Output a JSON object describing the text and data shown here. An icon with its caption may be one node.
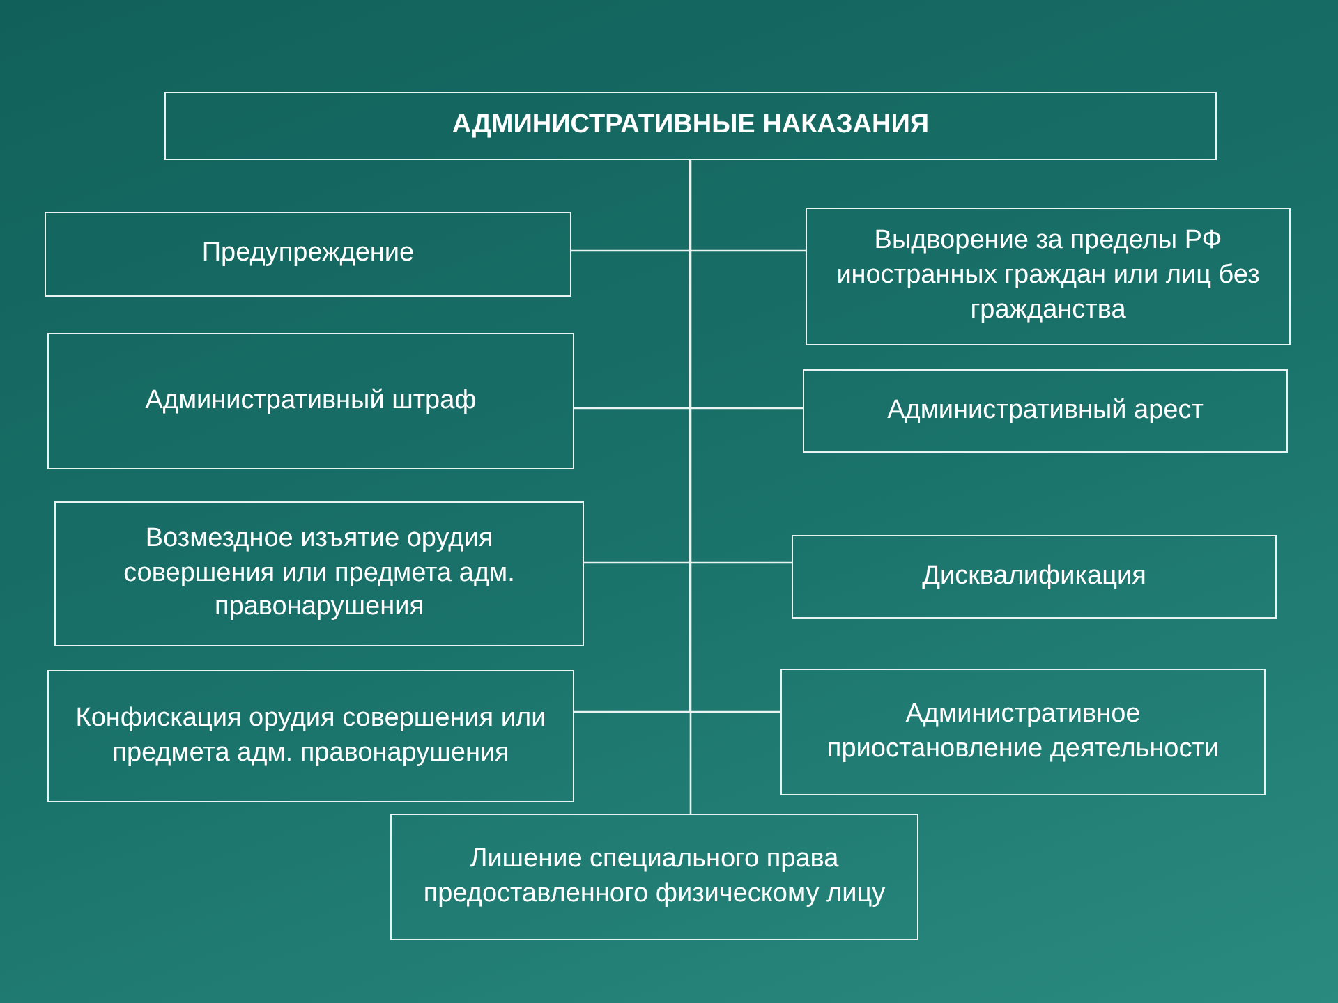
{
  "diagram": {
    "nodes": [
      {
        "text": [
          "АДМИНИСТРАТИВНЫЕ НАКАЗАНИЯ"
        ]
      },
      {
        "text": [
          "Предупреждение"
        ]
      },
      {
        "text": [
          "Выдворение за пределы РФ иностранных граждан или лиц без гражданства"
        ]
      },
      {
        "text": [
          "Административный штраф"
        ]
      },
      {
        "text": [
          "Административный арест"
        ]
      },
      {
        "text": [
          "Возмездное изъятие орудия совершения или предмета адм. правонарушения"
        ]
      },
      {
        "text": [
          "Дисквалификация"
        ]
      },
      {
        "text": [
          "Конфискация орудия совершения или предмета адм. правонарушения"
        ]
      },
      {
        "text": [
          "Административное приостановление деятельности"
        ]
      },
      {
        "text": [
          "Лишение специального права предоставленного физическому лицу"
        ]
      }
    ],
    "edges": [
      {
        "from": 0,
        "to": 1,
        "arrow": "none"
      },
      {
        "from": 0,
        "to": 2,
        "arrow": "none"
      },
      {
        "from": 0,
        "to": 3,
        "arrow": "none"
      },
      {
        "from": 0,
        "to": 4,
        "arrow": "none"
      },
      {
        "from": 0,
        "to": 5,
        "arrow": "none"
      },
      {
        "from": 0,
        "to": 6,
        "arrow": "none"
      },
      {
        "from": 0,
        "to": 7,
        "arrow": "none"
      },
      {
        "from": 0,
        "to": 8,
        "arrow": "none"
      },
      {
        "from": 0,
        "to": 9,
        "arrow": "none"
      }
    ]
  }
}
